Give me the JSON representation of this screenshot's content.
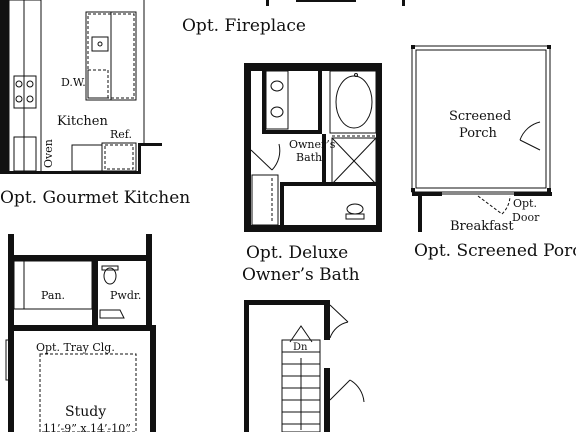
{
  "option_titles": {
    "fireplace": "Opt. Fireplace",
    "gourmet_kitchen": "Opt. Gourmet Kitchen",
    "deluxe_bath_line1": "Opt. Deluxe",
    "deluxe_bath_line2": "Owner’s Bath",
    "screened_porch": "Opt. Screened Porch"
  },
  "kitchen_labels": {
    "dw": "D.W.",
    "kitchen": "Kitchen",
    "ref": "Ref.",
    "oven": "Oven"
  },
  "bath_labels": {
    "owners_line1": "Owner’s",
    "owners_line2": "Bath"
  },
  "porch_labels": {
    "screened": "Screened",
    "porch": "Porch",
    "opt": "Opt.",
    "door": "Door",
    "breakfast": "Breakfast"
  },
  "study_labels": {
    "pan": "Pan.",
    "pwdr": "Pwdr.",
    "tray": "Opt. Tray Clg.",
    "study": "Study",
    "dims": "11’-9” x 14’-10”"
  },
  "stair_labels": {
    "dn": "Dn"
  }
}
